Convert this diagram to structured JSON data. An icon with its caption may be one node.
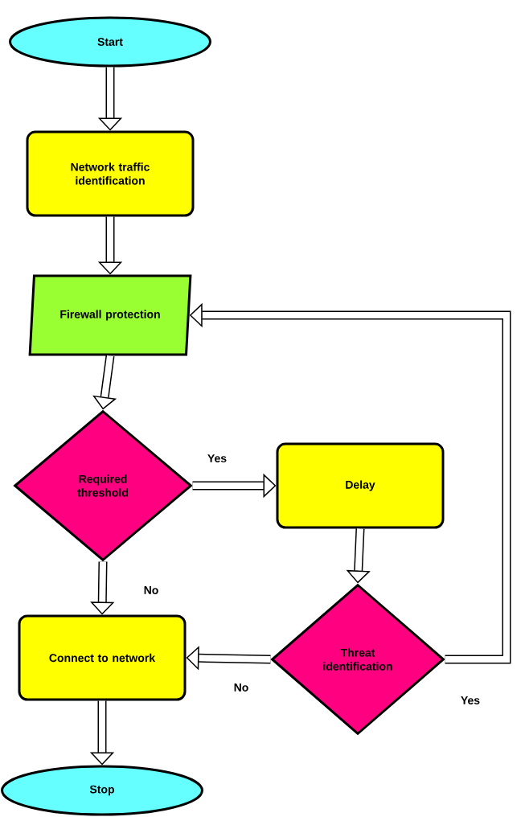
{
  "diagram": {
    "nodes": [
      {
        "text": [
          "Start"
        ]
      },
      {
        "text": [
          "Network traffic identification"
        ]
      },
      {
        "text": [
          "Firewall protection"
        ]
      },
      {
        "text": [
          "Required threshold"
        ]
      },
      {
        "text": [
          "Delay"
        ]
      },
      {
        "text": [
          "Threat identification"
        ]
      },
      {
        "text": [
          "Connect to network"
        ]
      },
      {
        "text": [
          "Stop"
        ]
      }
    ],
    "edges": [
      {
        "from": 0,
        "to": 1,
        "arrow": "to"
      },
      {
        "from": 1,
        "to": 2,
        "arrow": "to"
      },
      {
        "from": 2,
        "to": 3,
        "arrow": "to"
      },
      {
        "from": 3,
        "to": 4,
        "arrow": "to",
        "label": "Yes"
      },
      {
        "from": 3,
        "to": 6,
        "arrow": "to",
        "label": "No"
      },
      {
        "from": 4,
        "to": 5,
        "arrow": "to"
      },
      {
        "from": 5,
        "to": 6,
        "arrow": "to",
        "label": "No"
      },
      {
        "from": 5,
        "to": 2,
        "arrow": "to",
        "label": "Yes"
      },
      {
        "from": 6,
        "to": 7,
        "arrow": "to"
      }
    ]
  }
}
